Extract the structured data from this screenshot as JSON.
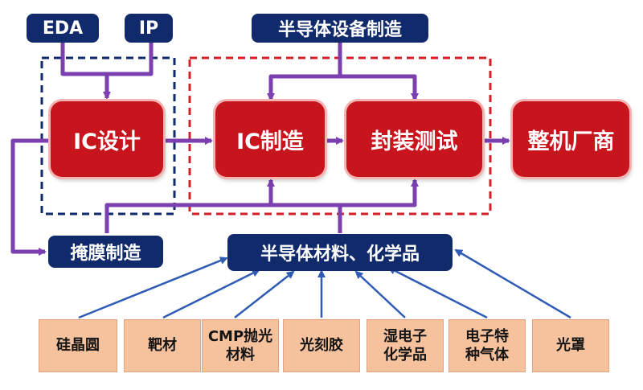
{
  "top": {
    "eda": "EDA",
    "ip": "IP",
    "equipment": "半导体设备制造"
  },
  "stages": {
    "ic_design": "IC设计",
    "ic_manufacturing": "IC制造",
    "packaging_testing": "封装测试",
    "oem": "整机厂商"
  },
  "support": {
    "mask": "掩膜制造",
    "materials": "半导体材料、化学品"
  },
  "materials": [
    "硅晶圆",
    "靶材",
    "CMP抛光\n材料",
    "光刻胶",
    "湿电子\n化学品",
    "电子特\n种气体",
    "光罩"
  ],
  "colors": {
    "navy": "#112a6b",
    "red": "#c8141d",
    "purple": "#7b3fb0",
    "tan": "#f6c29e",
    "arrow_blue": "#2f5bb5"
  }
}
